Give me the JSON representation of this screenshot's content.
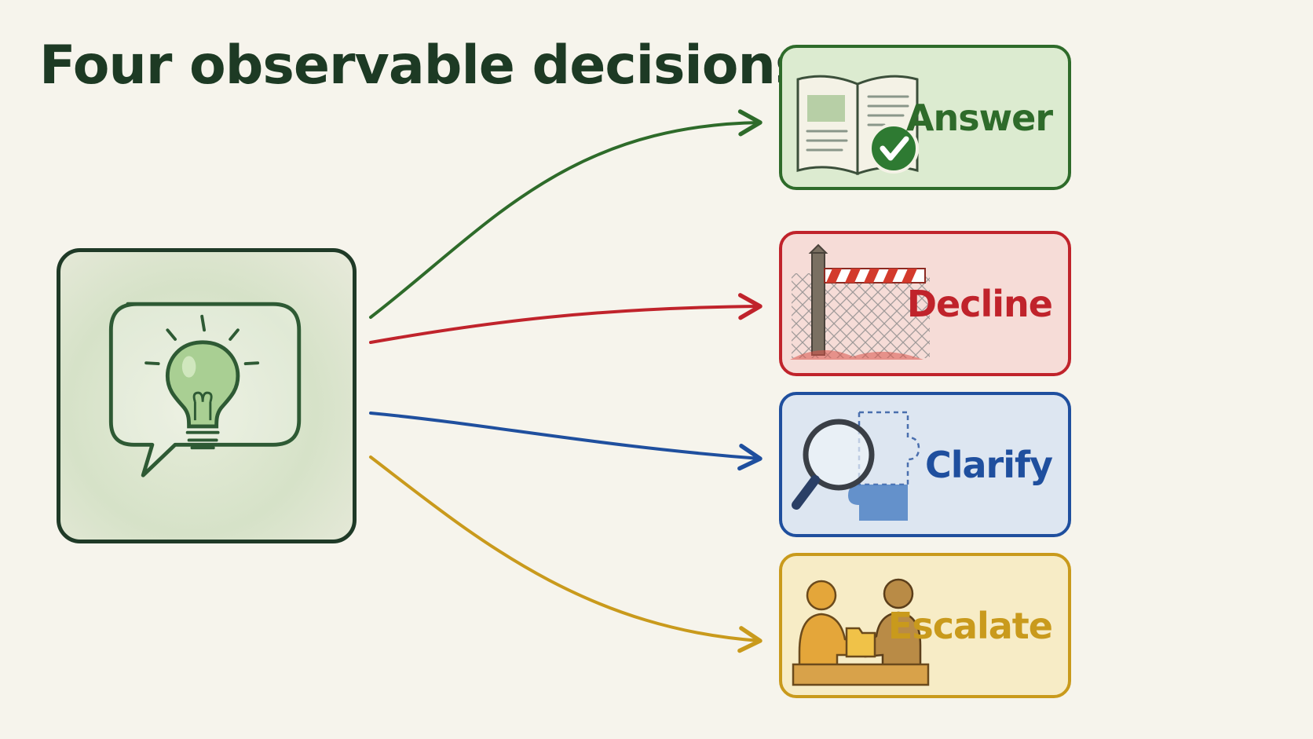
{
  "title": "Four observable decisions",
  "source": {
    "icon": "lightbulb-speech-bubble-icon",
    "color": "#1f3a27"
  },
  "decisions": [
    {
      "label": "Answer",
      "icon": "book-checkmark-icon",
      "color": "#2e6b2a",
      "fill": "#dcebd0"
    },
    {
      "label": "Decline",
      "icon": "barrier-fence-icon",
      "color": "#c0232b",
      "fill": "#f6dcd7"
    },
    {
      "label": "Clarify",
      "icon": "magnifier-puzzle-icon",
      "color": "#1f4f9e",
      "fill": "#dde6f1"
    },
    {
      "label": "Escalate",
      "icon": "handoff-folder-icon",
      "color": "#c99a1c",
      "fill": "#f7ecc6"
    }
  ]
}
